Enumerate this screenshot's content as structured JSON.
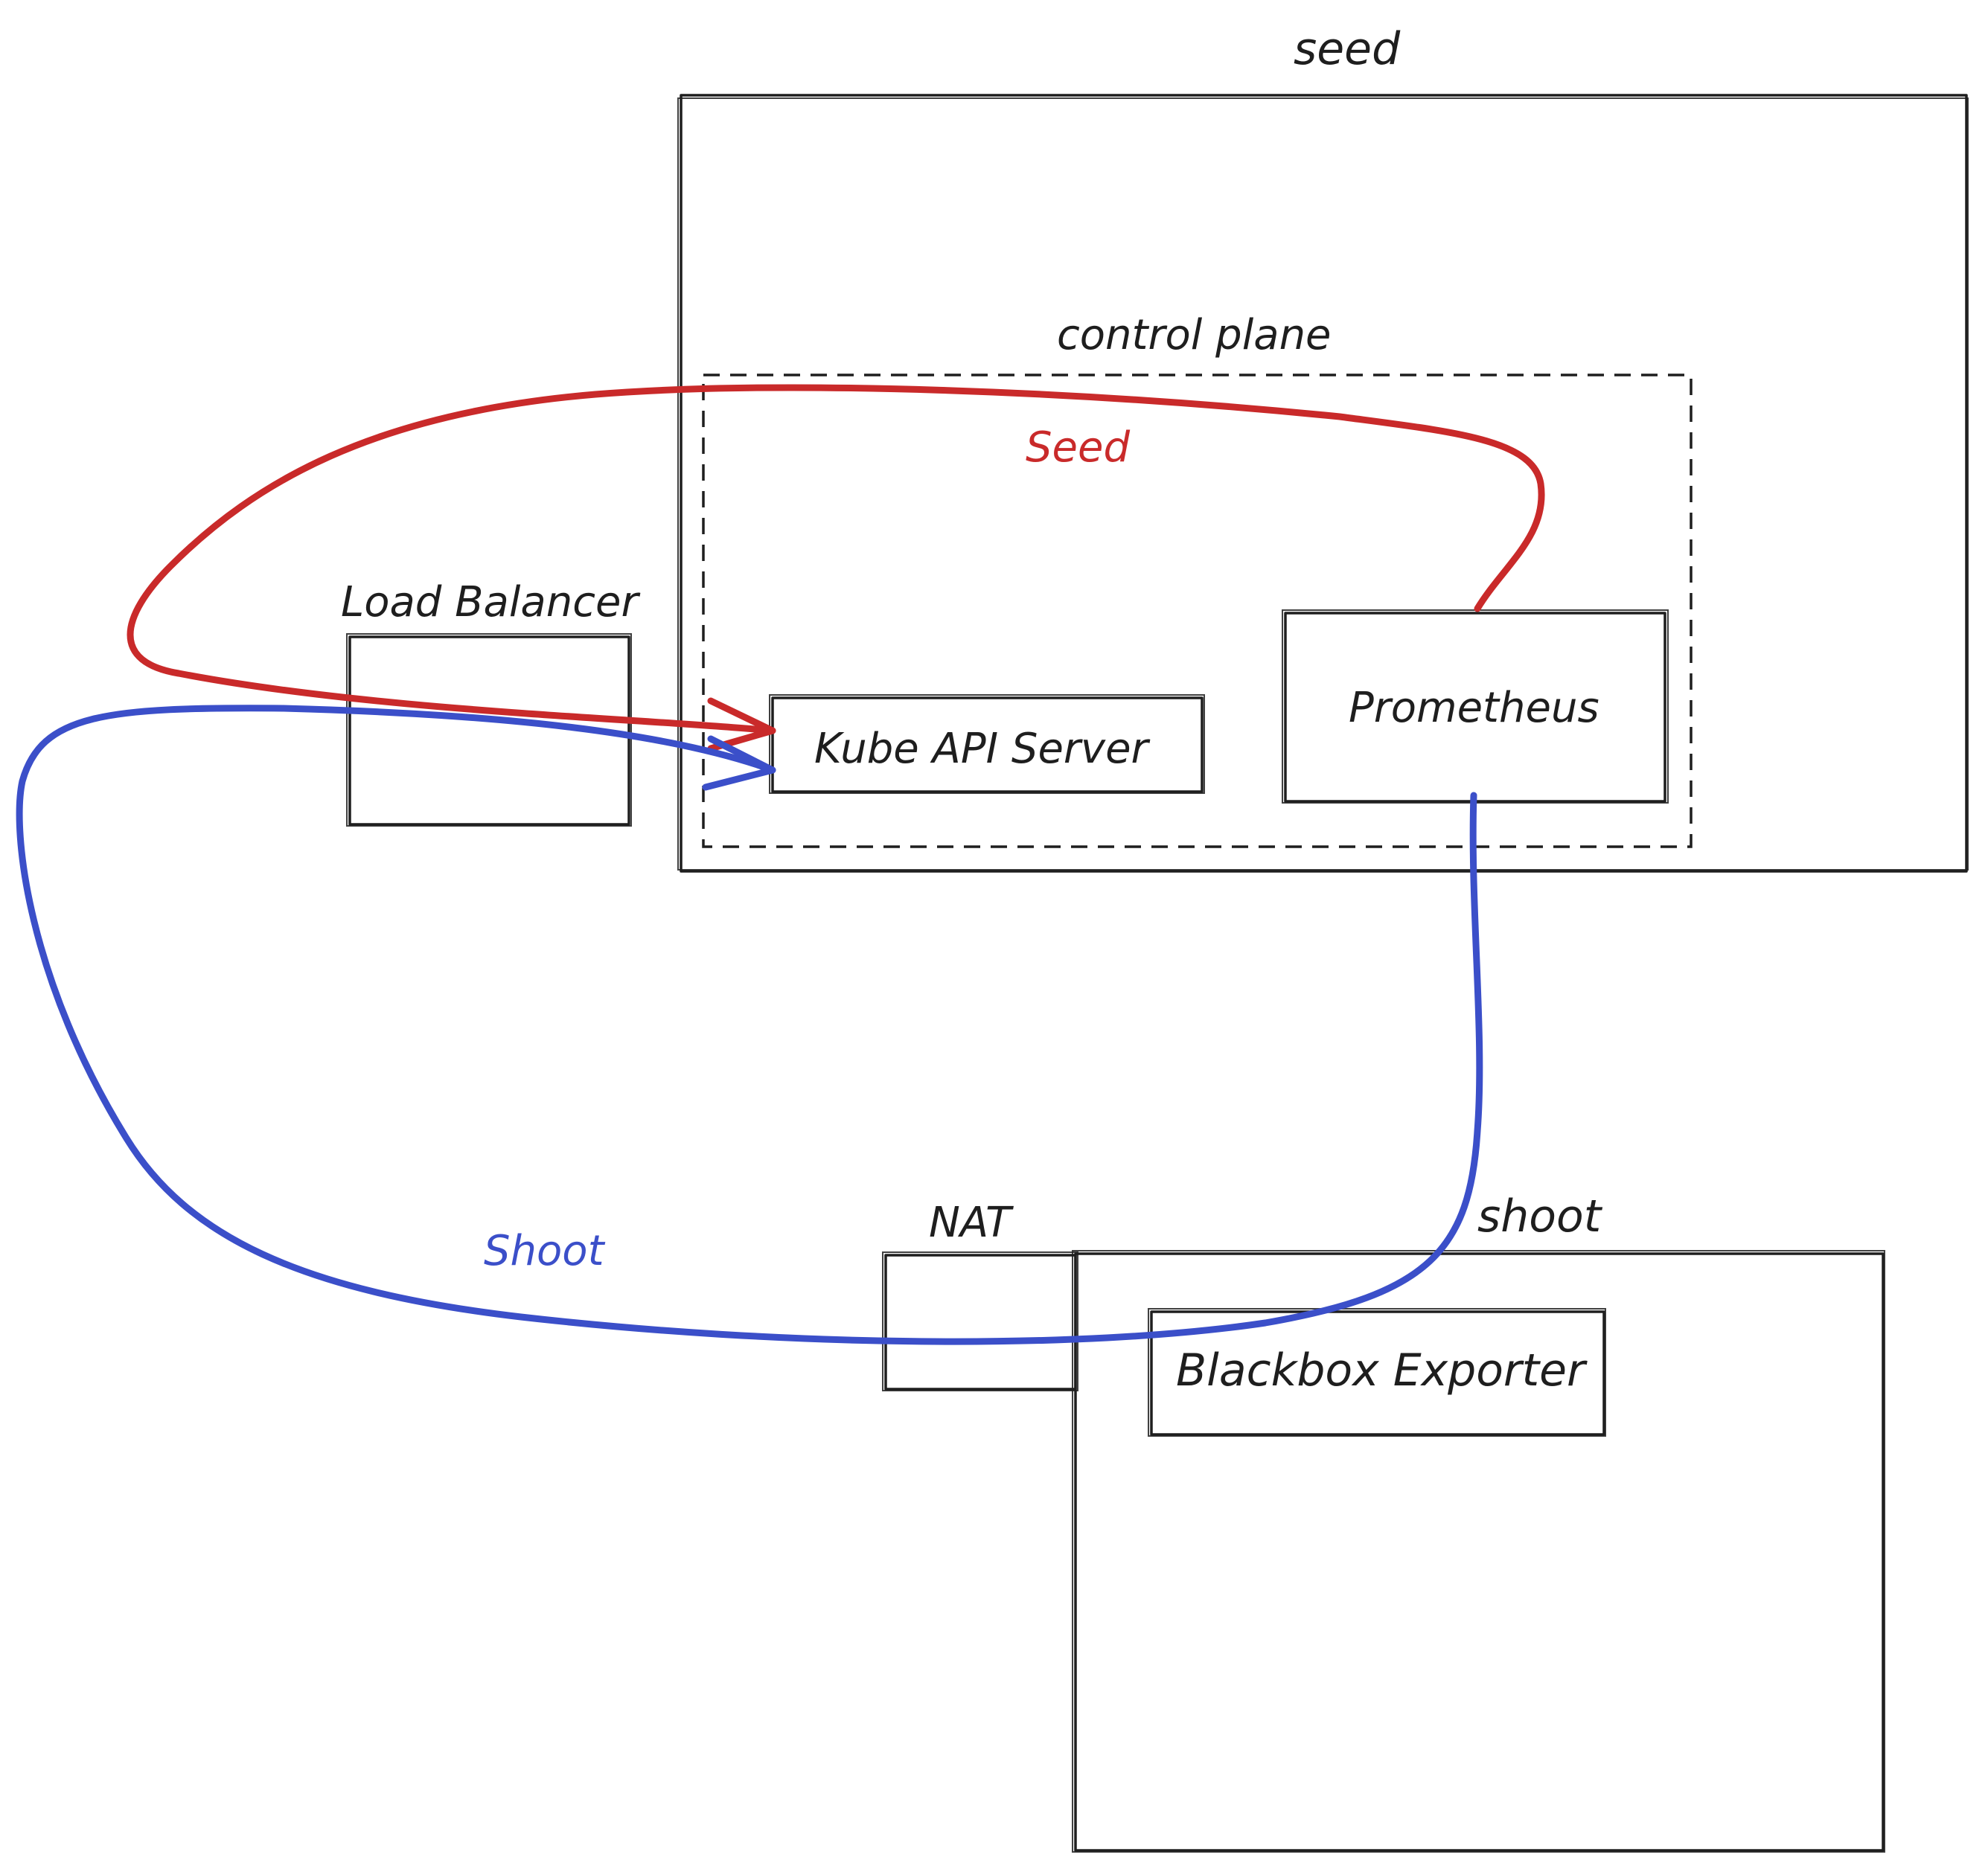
{
  "zones": {
    "seed": {
      "label": "seed"
    },
    "control_plane": {
      "label": "control plane"
    },
    "shoot": {
      "label": "shoot"
    }
  },
  "components": {
    "load_balancer": {
      "label": "Load Balancer"
    },
    "kube_api_server": {
      "label": "Kube API Server"
    },
    "prometheus": {
      "label": "Prometheus"
    },
    "nat": {
      "label": "NAT"
    },
    "blackbox_exporter": {
      "label": "Blackbox Exporter"
    }
  },
  "paths": {
    "seed": {
      "label": "Seed",
      "color": "#c92a2a"
    },
    "shoot": {
      "label": "Shoot",
      "color": "#3b4fc9"
    }
  }
}
